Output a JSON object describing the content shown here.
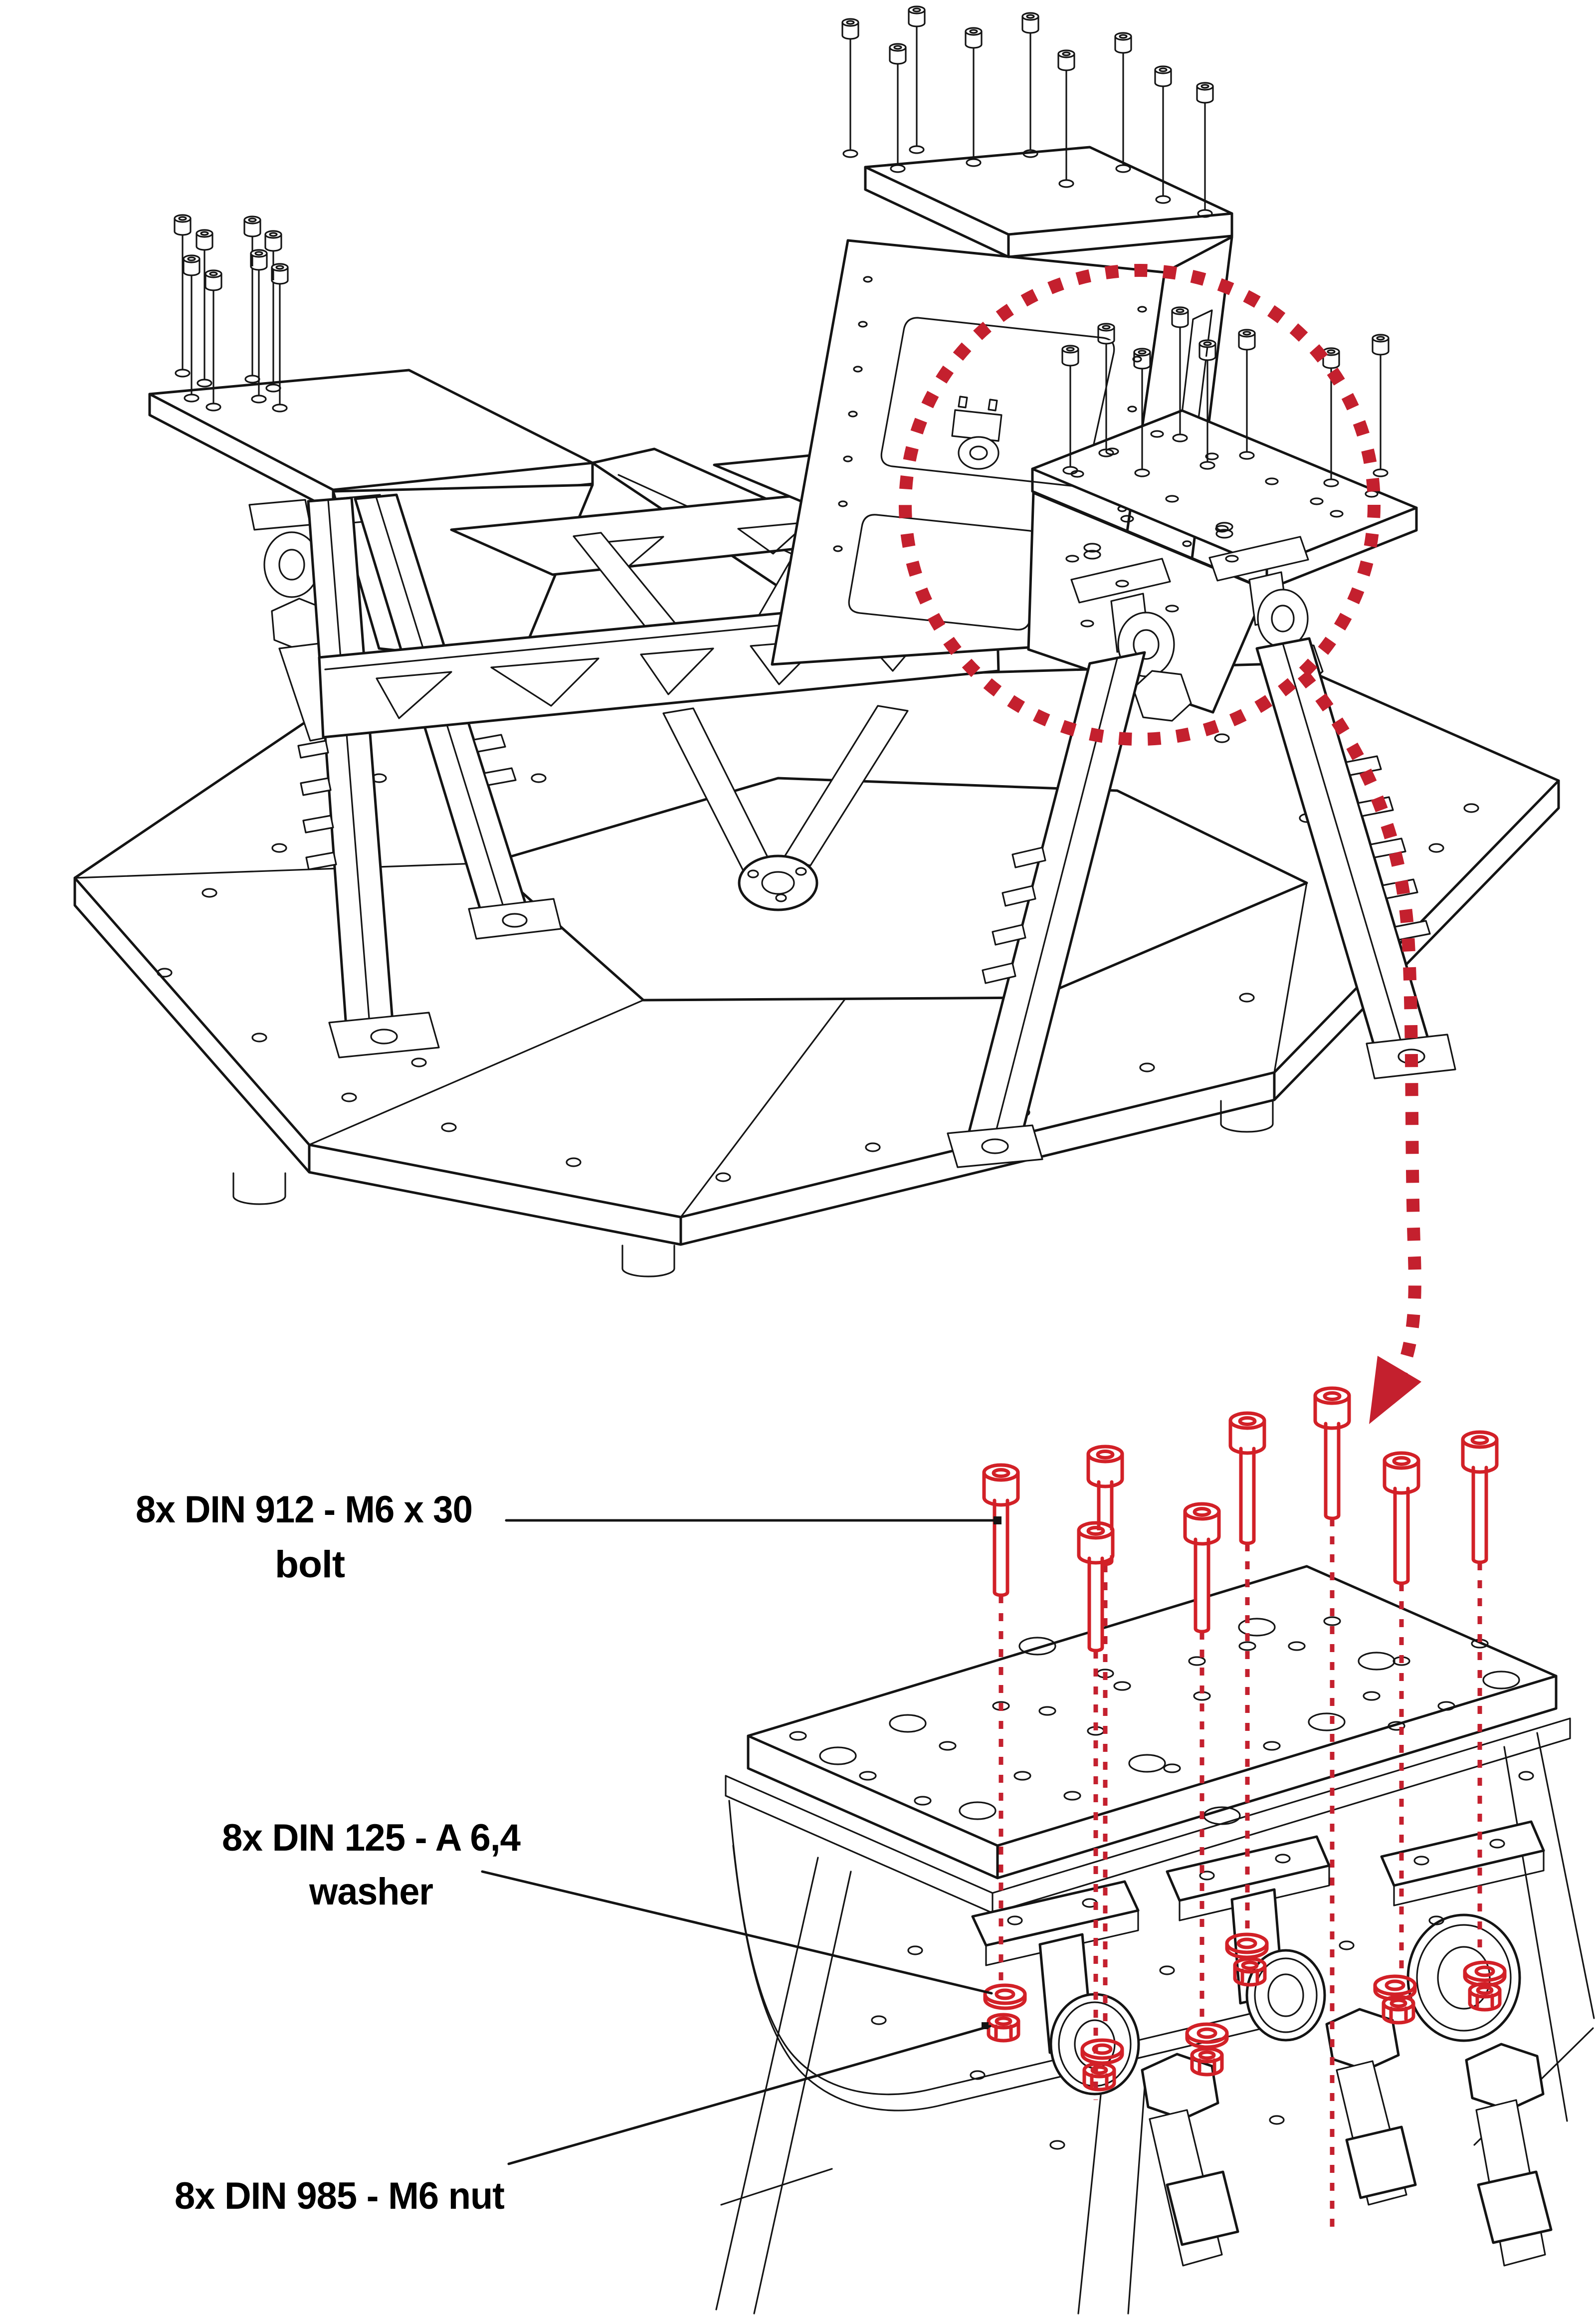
{
  "figure": {
    "kind": "assembly-instruction-diagram",
    "background": "#ffffff",
    "line_color": "#141414",
    "accent_red": "#c4202e",
    "hardware_red": "#d22027"
  },
  "callouts": {
    "bolt": {
      "line1": "8x DIN 912 - M6 x 30",
      "line2": "bolt"
    },
    "washer": {
      "line1": "8x DIN 125 - A 6,4",
      "line2": "washer"
    },
    "nut": {
      "line1": "8x DIN 985 - M6 nut"
    }
  }
}
